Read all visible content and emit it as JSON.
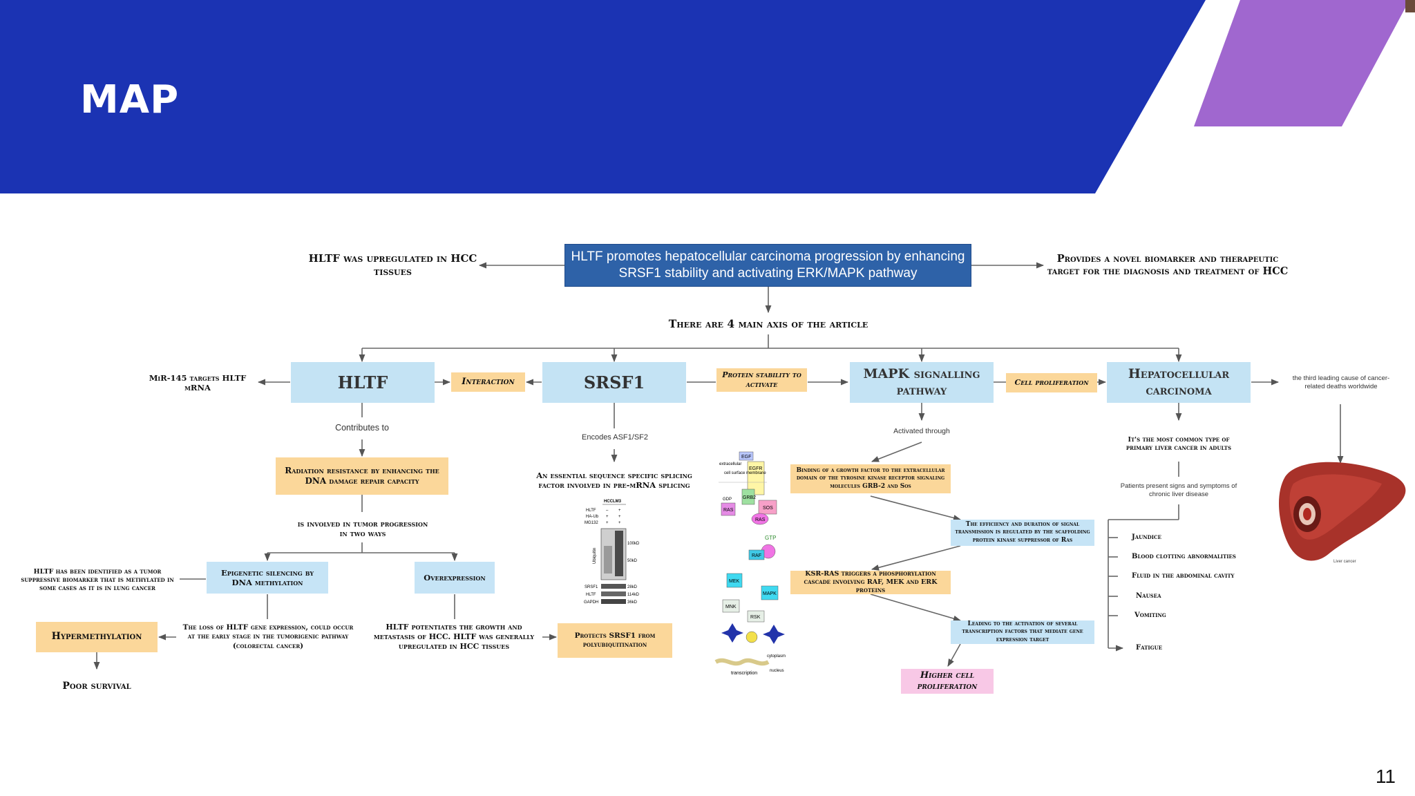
{
  "slide": {
    "title": "MAP",
    "page_number": "11"
  },
  "colors": {
    "header_blue": "#1b33b3",
    "accent_purple": "#a067cf",
    "main_box": "#2e62a8",
    "axis_box": "#c4e3f4",
    "note_box": "#fbd79a",
    "highlight_box": "#f8c8e6"
  },
  "diagram": {
    "central": "HLTF promotes hepatocellular carcinoma progression by enhancing SRSF1 stability and activating ERK/MAPK pathway",
    "left_top": "HLTF was upregulated in HCC tissues",
    "right_top": "Provides a novel biomarker and therapeutic target for the diagnosis and treatment of HCC",
    "axes_heading": "There are 4 main axis of the article",
    "axes": {
      "hltf": "HLTF",
      "srsf1": "SRSF1",
      "mapk": "MAPK signalling pathway",
      "hcc": "Hepatocellular carcinoma"
    },
    "links": {
      "interaction": "Interaction",
      "protein_stability": "Protein stability to activate",
      "cell_proliferation": "Cell proliferation"
    },
    "mir": "MiR-145 targets HLTF mRNA",
    "hcc_cause": "the third leading cause of cancer-related deaths worldwide",
    "hltf_branch": {
      "contributes": "Contributes to",
      "radiation": "Radiation resistance by enhancing the DNA damage repair capacity",
      "two_ways": "is involved in tumor progression in two ways",
      "epigenetic": "Epigenetic silencing by DNA methylation",
      "overexpression": "Overexpression",
      "tumor_biomarker": "HLTF has been identified as a tumor suppressive biomarker that is methylated in some cases as it is in lung cancer",
      "hypermethylation": "Hypermethylation",
      "poor_survival": "Poor survival",
      "loss": "The loss of HLTF gene expression, could occur at the early stage in the tumorigenic pathway (colorectal cancer)",
      "potentiates": "HLTF potentiates the growth and metastasis of HCC. HLTF was generally upregulated in HCC tissues"
    },
    "srsf1_branch": {
      "encodes": "Encodes ASF1/SF2",
      "factor": "An essential sequence specific splicing factor involved in pre-mRNA splicing",
      "protects": "Protects SRSF1 from polyubiquitination",
      "blot": {
        "cell_line": "HCCLM3",
        "row_labels": [
          "HLTF",
          "HA-Ub",
          "MG132"
        ],
        "col1": [
          "–",
          "+",
          "+"
        ],
        "col2": [
          "+",
          "+",
          "+"
        ],
        "axis_label": "Ubiquitin",
        "markers": [
          "100kD",
          "50kD"
        ],
        "bands": [
          {
            "name": "SRSF1",
            "size": "28kD"
          },
          {
            "name": "HLTF",
            "size": "114kD"
          },
          {
            "name": "GAPDH",
            "size": "36kD"
          }
        ]
      }
    },
    "mapk_branch": {
      "activated": "Activated through",
      "binding": "Binding of a growth factor to the extracellular domain of the tyrosine kinase receptor signaling molecules GRB-2 and Sos",
      "efficiency": "The efficiency and duration of signal transmission is regulated by the scaffolding protein kinase suppressor of Ras",
      "ksr": "KSR-RAS triggers a phosphorylation cascade involving RAF, MEK and ERK proteins",
      "leading": "Leading to the activation of several transcription factors that mediate gene expression target",
      "higher": "Higher cell proliferation",
      "pathway_labels": {
        "egf": "EGF",
        "egfr": "EGFR",
        "extracellular": "extracellular",
        "membrane": "cell surface membrane",
        "grb2": "GRB2",
        "sos": "SOS",
        "ras": "RAS",
        "gdp": "GDP",
        "gtp": "GTP",
        "raf": "RAF",
        "mek": "MEK",
        "mapk": "MAPK",
        "mnk": "MNK",
        "rsk": "RSK",
        "cytoplasm": "cytoplasm",
        "nucleus": "nucleus",
        "transcription": "transcription"
      }
    },
    "hcc_branch": {
      "common": "It's the most common type of primary liver cancer in adults",
      "signs": "Patients present signs and symptoms of chronic liver disease",
      "symptoms": [
        "Jaundice",
        "Blood clotting abnormalities",
        "Fluid in the abdominal cavity",
        "Nausea",
        "Vomiting",
        "Fatigue"
      ],
      "liver_label": "Liver cancer"
    }
  }
}
